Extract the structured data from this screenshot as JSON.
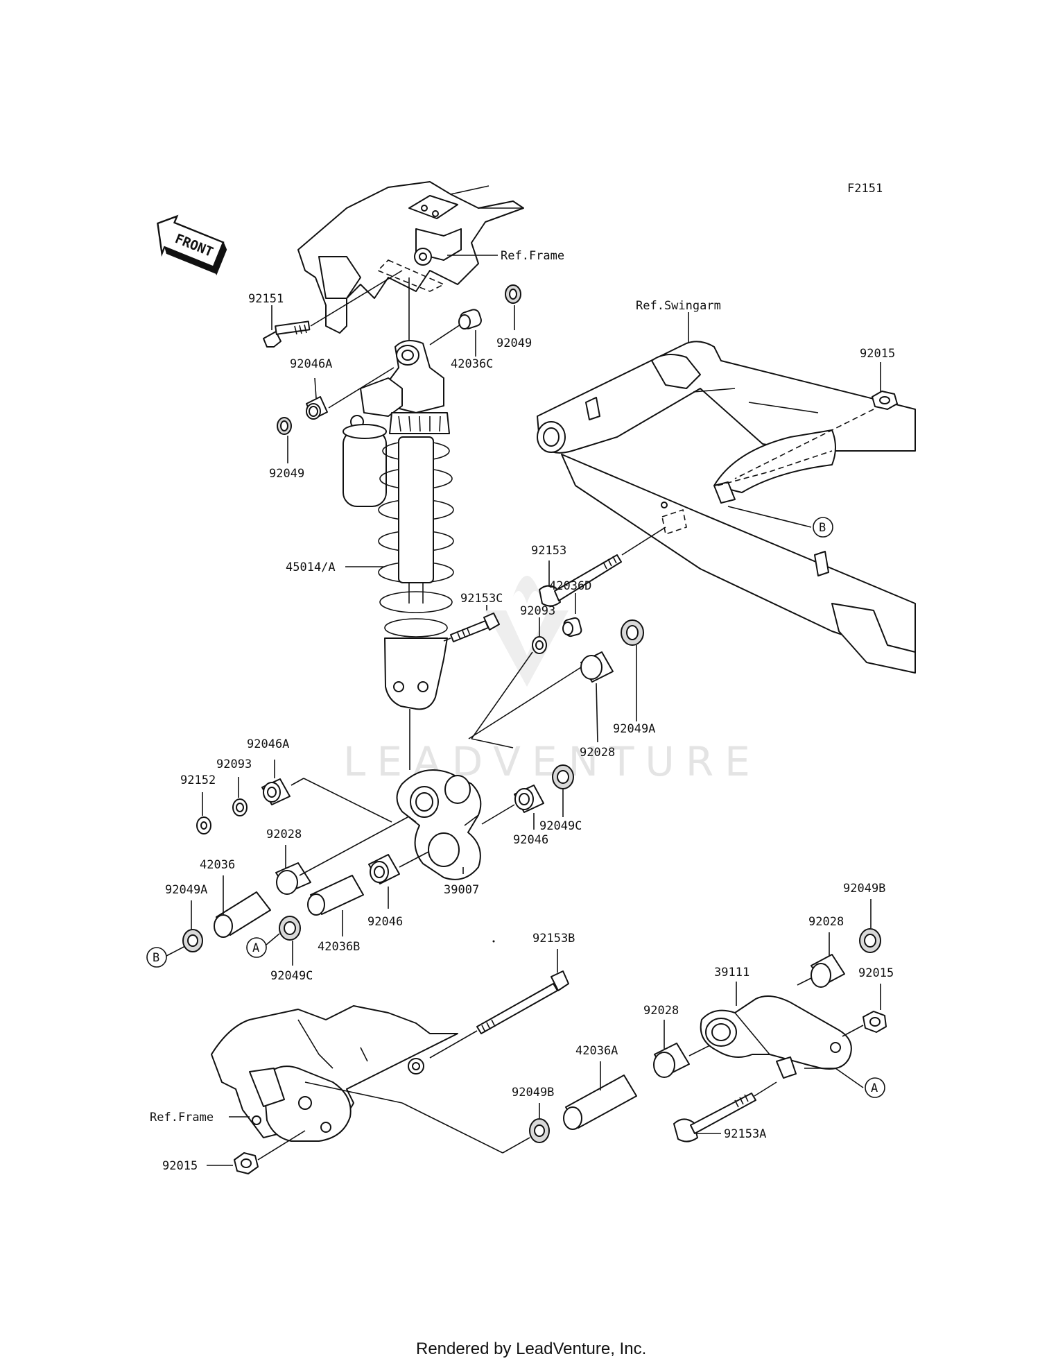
{
  "diagram_id": "F2151",
  "front_label": "FRONT",
  "footer": "Rendered by LeadVenture, Inc.",
  "watermark": "LEADVENTURE",
  "references": {
    "frame_top": "Ref.Frame",
    "swingarm": "Ref.Swingarm",
    "frame_bottom": "Ref.Frame"
  },
  "markers": {
    "a": "A",
    "b": "B"
  },
  "parts": {
    "p92151": "92151",
    "p92046A_top": "92046A",
    "p92049_left": "92049",
    "p42036C": "42036C",
    "p92049_right": "92049",
    "p45014A": "45014/A",
    "p92015_swingarm": "92015",
    "p92153": "92153",
    "p92153C": "92153C",
    "p42036D": "42036D",
    "p92093_mid": "92093",
    "p92049A_right": "92049A",
    "p92028_mid": "92028",
    "p92046A_left": "92046A",
    "p92093_left": "92093",
    "p92152": "92152",
    "p92049C_mid": "92049C",
    "p92046_mid": "92046",
    "p39007": "39007",
    "p92028_left": "92028",
    "p42036": "42036",
    "p92049A_left": "92049A",
    "p92046_bottom": "92046",
    "p42036B": "42036B",
    "p92049C_bottom": "92049C",
    "p92153B": "92153B",
    "p92049B_right": "92049B",
    "p92028_right": "92028",
    "p39111": "39111",
    "p92015_link": "92015",
    "p92028_link": "92028",
    "p42036A": "42036A",
    "p92049B_bottom": "92049B",
    "p92153A": "92153A",
    "p92015_frame": "92015"
  }
}
